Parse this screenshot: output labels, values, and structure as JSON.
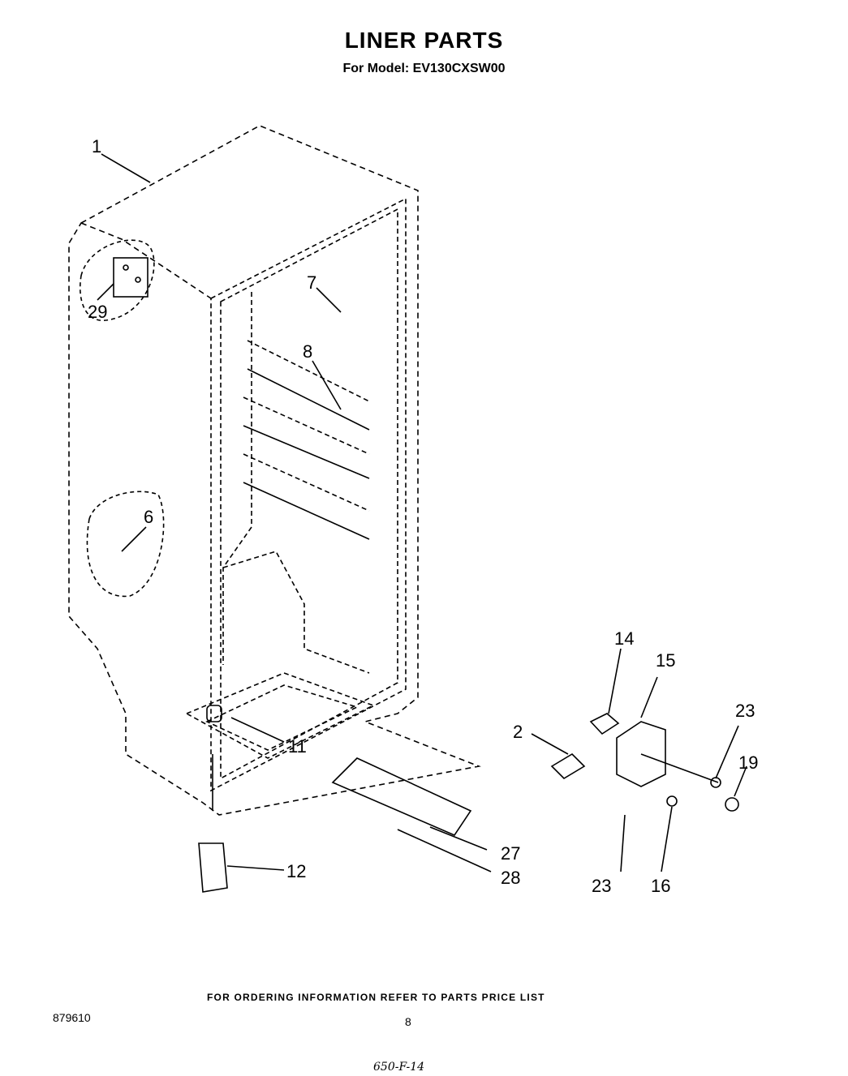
{
  "header": {
    "title": "LINER PARTS",
    "subtitle": "For Model: EV130CXSW00"
  },
  "footer": {
    "note": "FOR ORDERING INFORMATION REFER TO PARTS PRICE LIST",
    "doc_number": "879610",
    "page_number": "8",
    "handwritten": "650-F-14"
  },
  "callouts": [
    "1",
    "29",
    "7",
    "8",
    "6",
    "11",
    "12",
    "27",
    "28",
    "14",
    "15",
    "2",
    "23",
    "19",
    "23",
    "16"
  ]
}
